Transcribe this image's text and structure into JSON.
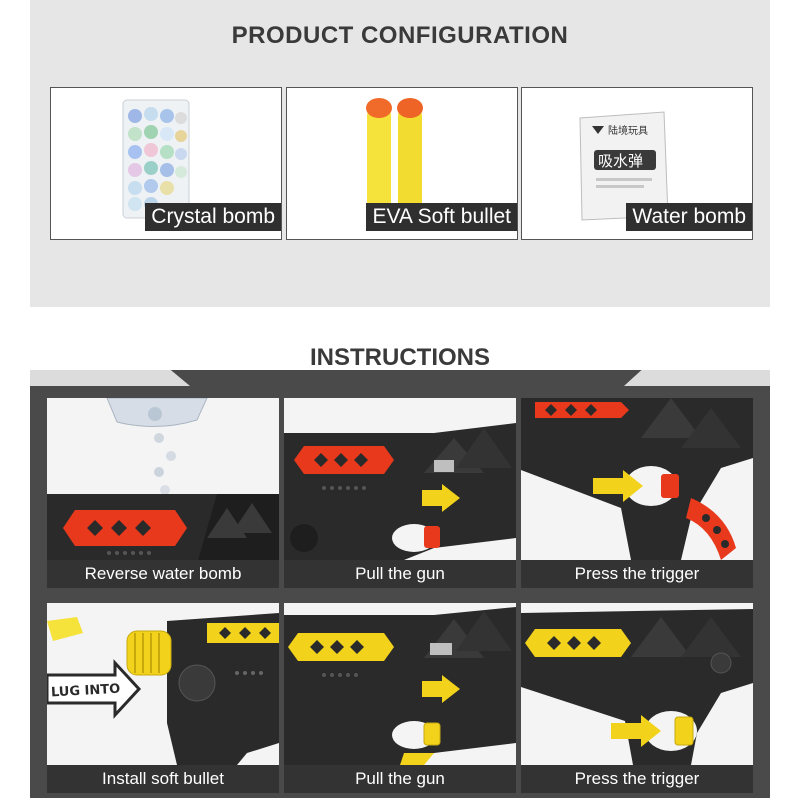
{
  "config": {
    "title": "PRODUCT CONFIGURATION",
    "items": [
      {
        "label": "Crystal bomb"
      },
      {
        "label": "EVA Soft bullet"
      },
      {
        "label": "Water bomb"
      }
    ],
    "water_pack_brand": "陆境玩具",
    "water_pack_text": "吸水弹"
  },
  "instructions": {
    "title": "INSTRUCTIONS",
    "steps": [
      {
        "label": "Reverse water bomb"
      },
      {
        "label": "Pull the gun"
      },
      {
        "label": "Press the trigger"
      },
      {
        "label": "Install soft bullet"
      },
      {
        "label": "Pull the gun"
      },
      {
        "label": "Press the trigger"
      }
    ],
    "plug_arrow_text": "LUG INTO"
  },
  "colors": {
    "red_accent": "#e8391d",
    "yellow_accent": "#f2d21a",
    "gun_body": "#2a2a2a",
    "foam_dart": "#f5e23a",
    "dart_tip": "#f06a2a"
  }
}
